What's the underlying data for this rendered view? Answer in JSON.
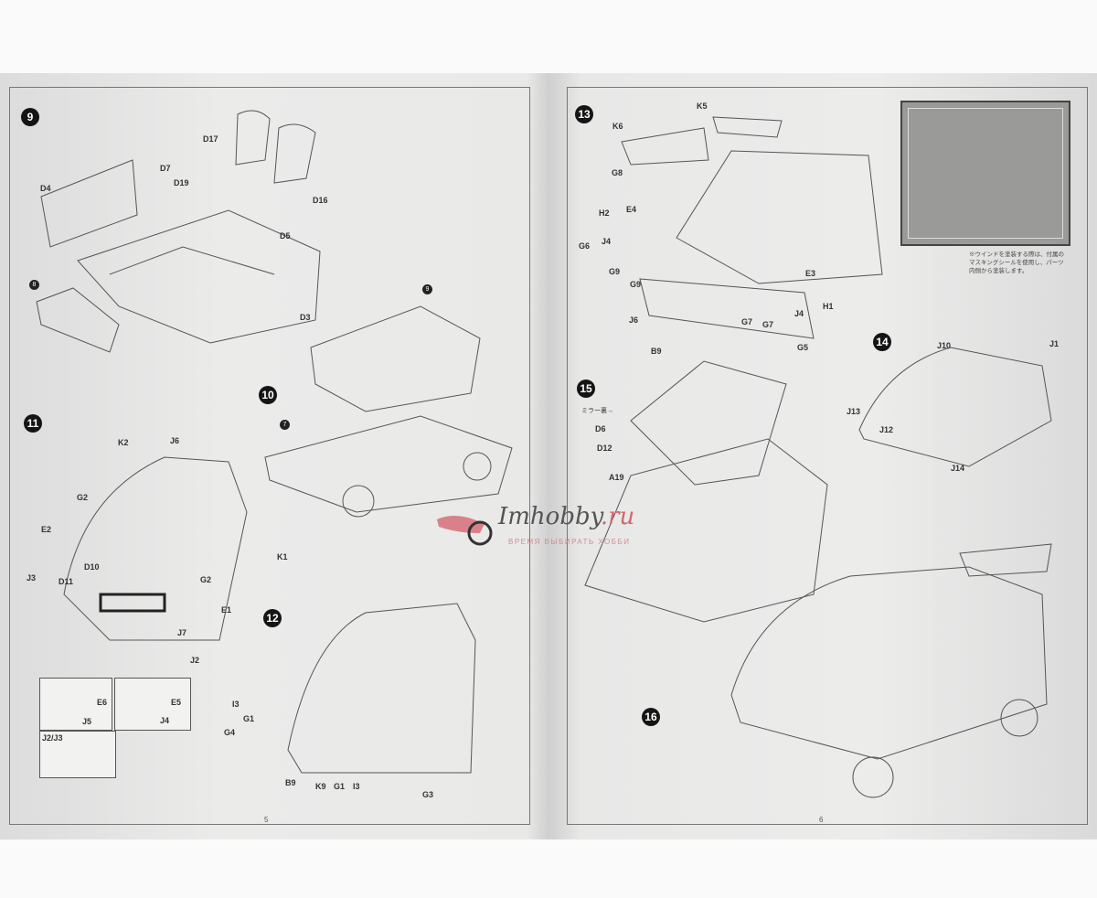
{
  "left_page": {
    "page_number": "5",
    "steps": {
      "s9": "9",
      "s8": "8",
      "s9b": "9",
      "s10": "10",
      "s7": "7",
      "s11": "11",
      "s12": "12"
    },
    "labels": {
      "d17": "D17",
      "d7": "D7",
      "d19": "D19",
      "d4": "D4",
      "d16": "D16",
      "d5": "D5",
      "d3": "D3",
      "k2": "K2",
      "j6": "J6",
      "g2a": "G2",
      "e2": "E2",
      "j3": "J3",
      "d10": "D10",
      "d11": "D11",
      "k1": "K1",
      "g2b": "G2",
      "e1": "E1",
      "j7": "J7",
      "j2": "J2",
      "i3a": "I3",
      "g1a": "G1",
      "g4": "G4",
      "b9": "B9",
      "k9": "K9",
      "g1b": "G1",
      "i3b": "I3",
      "g3": "G3"
    },
    "insets": {
      "e6": "E6",
      "j5": "J5",
      "e5": "E5",
      "j4": "J4",
      "j2j3": "J2/J3"
    }
  },
  "right_page": {
    "page_number": "6",
    "steps": {
      "s13": "13",
      "s14": "14",
      "s15": "15",
      "s16": "16"
    },
    "labels": {
      "k5": "K5",
      "k6": "K6",
      "g8": "G8",
      "h2": "H2",
      "e4": "E4",
      "j4a": "J4",
      "g6": "G6",
      "g9a": "G9",
      "g9b": "G9",
      "j6": "J6",
      "b9": "B9",
      "e3": "E3",
      "h1": "H1",
      "j4b": "J4",
      "g7a": "G7",
      "g7b": "G7",
      "g5": "G5",
      "j1": "J1",
      "j10": "J10",
      "j13": "J13",
      "j12": "J12",
      "j14": "J14",
      "mirror_note": "ミラー裏→",
      "d6": "D6",
      "d12": "D12",
      "a19": "A19"
    },
    "masking_note": "※ウインドを塗装する際は、付属のマスキングシールを使用し、パーツ内側から塗装します。"
  },
  "watermark": {
    "name": "Imhobby",
    "tld": ".ru",
    "tagline": "ВРЕМЯ ВЫБИРАТЬ ХОББИ"
  }
}
